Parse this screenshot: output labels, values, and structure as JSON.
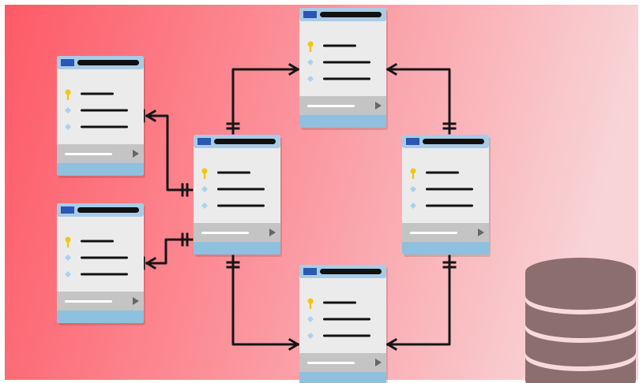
{
  "colors": {
    "background_left": "#fd5a66",
    "background_mid": "#fb9ba3",
    "background_right": "#f8d4d6",
    "card_body": "#ebebeb",
    "card_header": "#a9cce6",
    "card_header_icon": "#2c56b4",
    "card_footer": "#c4c4c4",
    "card_footer_strip": "#8ec0df",
    "primary_key_icon": "#f2c511",
    "field_icon": "#a9d2ef",
    "line": "#151515",
    "database": "#8d6e6f",
    "database_bands": "#f6dadc"
  },
  "tables": [
    {
      "id": "table-left-top",
      "fields": [
        {
          "icon": "key-icon"
        },
        {
          "icon": "diamond-icon"
        },
        {
          "icon": "diamond-icon"
        }
      ]
    },
    {
      "id": "table-left-bottom",
      "fields": [
        {
          "icon": "key-icon"
        },
        {
          "icon": "diamond-icon"
        },
        {
          "icon": "diamond-icon"
        }
      ]
    },
    {
      "id": "table-center",
      "fields": [
        {
          "icon": "key-icon"
        },
        {
          "icon": "diamond-icon"
        },
        {
          "icon": "diamond-icon"
        }
      ]
    },
    {
      "id": "table-top",
      "fields": [
        {
          "icon": "key-icon"
        },
        {
          "icon": "diamond-icon"
        },
        {
          "icon": "diamond-icon"
        }
      ]
    },
    {
      "id": "table-right",
      "fields": [
        {
          "icon": "key-icon"
        },
        {
          "icon": "diamond-icon"
        },
        {
          "icon": "diamond-icon"
        }
      ]
    },
    {
      "id": "table-bottom",
      "fields": [
        {
          "icon": "key-icon"
        },
        {
          "icon": "diamond-icon"
        },
        {
          "icon": "diamond-icon"
        }
      ]
    }
  ],
  "relationships": [
    {
      "from": "table-left-top",
      "to": "table-center",
      "from_end": "crow-foot-one",
      "to_end": "one-and-only-one"
    },
    {
      "from": "table-left-bottom",
      "to": "table-center",
      "from_end": "crow-foot-one",
      "to_end": "one-and-only-one"
    },
    {
      "from": "table-center",
      "to": "table-top",
      "from_end": "one-and-only-one",
      "to_end": "crow-foot-one"
    },
    {
      "from": "table-top",
      "to": "table-right",
      "from_end": "crow-foot-one",
      "to_end": "one-and-only-one"
    },
    {
      "from": "table-center",
      "to": "table-bottom",
      "from_end": "one-and-only-one",
      "to_end": "crow-foot-one"
    },
    {
      "from": "table-right",
      "to": "table-bottom",
      "from_end": "one-and-only-one",
      "to_end": "crow-foot-one"
    }
  ],
  "database_icon": {
    "name": "database-icon",
    "disk_count": 4
  }
}
